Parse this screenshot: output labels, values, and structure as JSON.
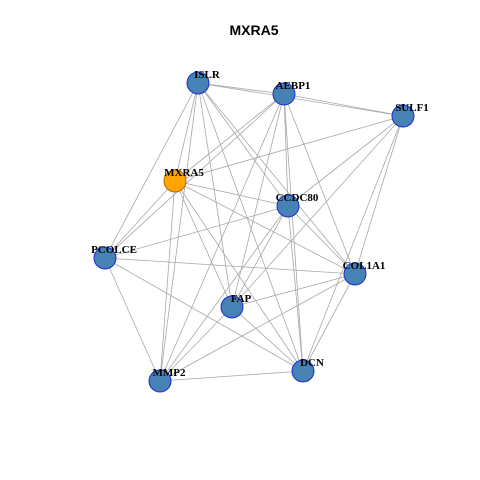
{
  "title": "MXRA5",
  "colors": {
    "hub_fill": "#FFA500",
    "node_fill": "#4682B4",
    "node_stroke": "#1C2FCC",
    "edge": "#A8A8A8",
    "label": "#000000"
  },
  "nodes": [
    {
      "id": "ISLR",
      "label": "ISLR",
      "hub": false
    },
    {
      "id": "AEBP1",
      "label": "AEBP1",
      "hub": false
    },
    {
      "id": "SULF1",
      "label": "SULF1",
      "hub": false
    },
    {
      "id": "MXRA5",
      "label": "MXRA5",
      "hub": true
    },
    {
      "id": "CCDC80",
      "label": "CCDC80",
      "hub": false
    },
    {
      "id": "PCOLCE",
      "label": "PCOLCE",
      "hub": false
    },
    {
      "id": "COL1A1",
      "label": "COL1A1",
      "hub": false
    },
    {
      "id": "FAP",
      "label": "FAP",
      "hub": false
    },
    {
      "id": "DCN",
      "label": "DCN",
      "hub": false
    },
    {
      "id": "MMP2",
      "label": "MMP2",
      "hub": false
    }
  ],
  "edges": [
    [
      "ISLR",
      "AEBP1"
    ],
    [
      "ISLR",
      "SULF1"
    ],
    [
      "ISLR",
      "MXRA5"
    ],
    [
      "ISLR",
      "CCDC80"
    ],
    [
      "ISLR",
      "PCOLCE"
    ],
    [
      "ISLR",
      "COL1A1"
    ],
    [
      "ISLR",
      "FAP"
    ],
    [
      "ISLR",
      "DCN"
    ],
    [
      "ISLR",
      "MMP2"
    ],
    [
      "AEBP1",
      "SULF1"
    ],
    [
      "AEBP1",
      "MXRA5"
    ],
    [
      "AEBP1",
      "CCDC80"
    ],
    [
      "AEBP1",
      "PCOLCE"
    ],
    [
      "AEBP1",
      "COL1A1"
    ],
    [
      "AEBP1",
      "FAP"
    ],
    [
      "AEBP1",
      "DCN"
    ],
    [
      "AEBP1",
      "MMP2"
    ],
    [
      "SULF1",
      "MXRA5"
    ],
    [
      "SULF1",
      "CCDC80"
    ],
    [
      "SULF1",
      "COL1A1"
    ],
    [
      "SULF1",
      "FAP"
    ],
    [
      "SULF1",
      "DCN"
    ],
    [
      "MXRA5",
      "CCDC80"
    ],
    [
      "MXRA5",
      "PCOLCE"
    ],
    [
      "MXRA5",
      "COL1A1"
    ],
    [
      "MXRA5",
      "FAP"
    ],
    [
      "MXRA5",
      "DCN"
    ],
    [
      "MXRA5",
      "MMP2"
    ],
    [
      "CCDC80",
      "PCOLCE"
    ],
    [
      "CCDC80",
      "COL1A1"
    ],
    [
      "CCDC80",
      "FAP"
    ],
    [
      "CCDC80",
      "DCN"
    ],
    [
      "CCDC80",
      "MMP2"
    ],
    [
      "PCOLCE",
      "COL1A1"
    ],
    [
      "PCOLCE",
      "DCN"
    ],
    [
      "PCOLCE",
      "MMP2"
    ],
    [
      "COL1A1",
      "FAP"
    ],
    [
      "COL1A1",
      "DCN"
    ],
    [
      "COL1A1",
      "MMP2"
    ],
    [
      "FAP",
      "DCN"
    ],
    [
      "FAP",
      "MMP2"
    ],
    [
      "DCN",
      "MMP2"
    ]
  ]
}
